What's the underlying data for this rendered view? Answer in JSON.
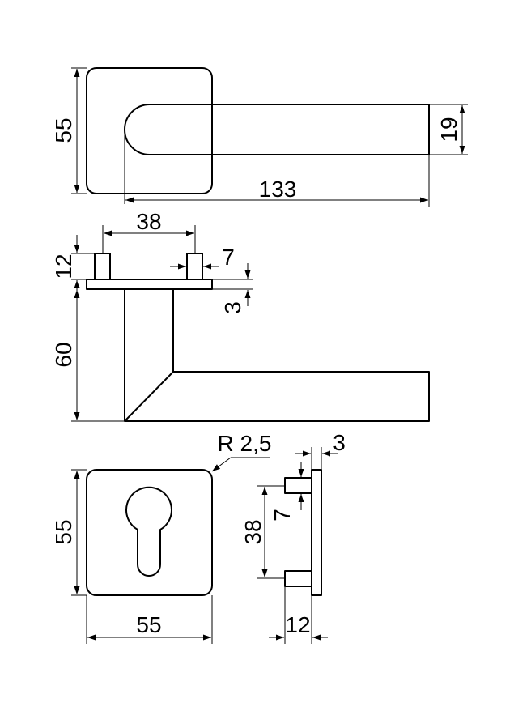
{
  "dimensions": {
    "rose_height": "55",
    "lever_height": "19",
    "lever_length": "133",
    "pin_spacing": "38",
    "pin_height": "12",
    "pin_width": "7",
    "plate_thickness": "3",
    "projection": "60",
    "corner_radius": "R 2,5",
    "escutcheon_height": "55",
    "escutcheon_width": "55",
    "side_plate_thickness": "3",
    "side_pin_width": "7",
    "side_pin_spacing": "38",
    "side_pin_length": "12"
  }
}
